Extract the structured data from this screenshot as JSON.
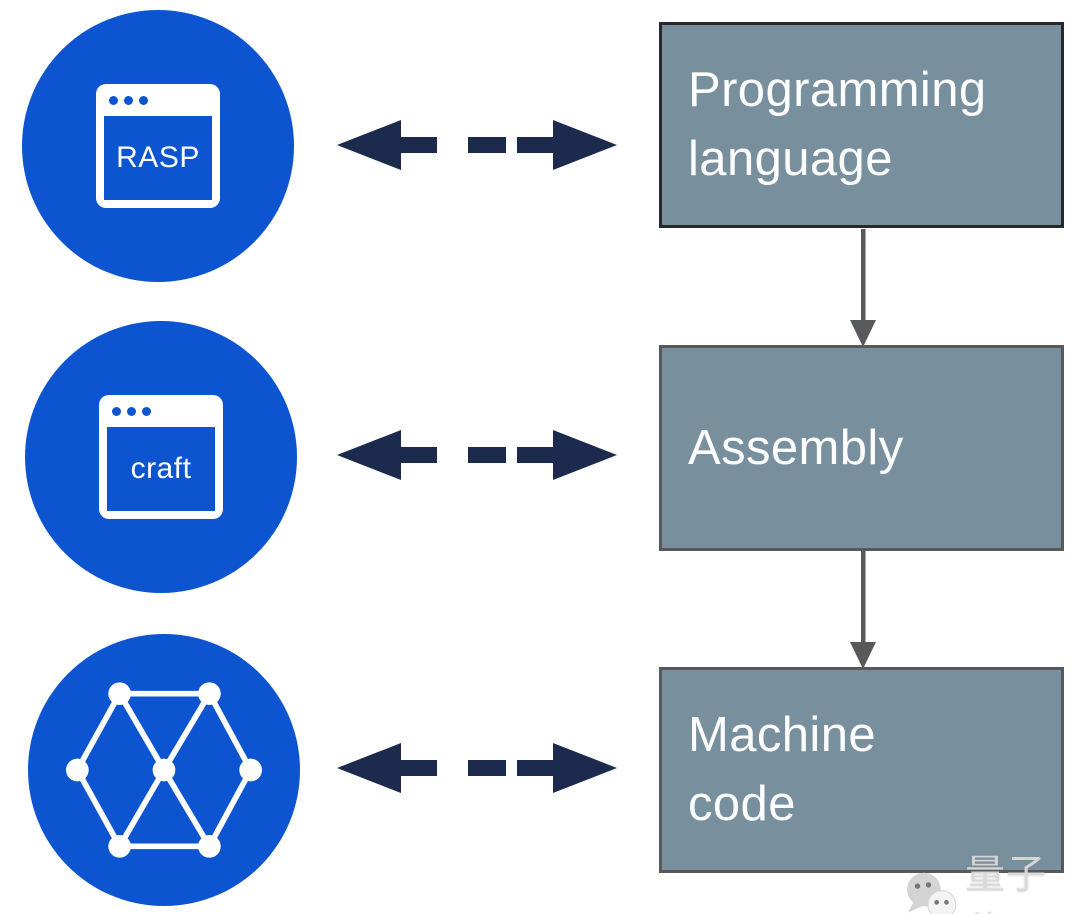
{
  "diagram": {
    "left_items": [
      {
        "name": "rasp",
        "icon": "browser-window-icon",
        "label": "RASP"
      },
      {
        "name": "craft",
        "icon": "browser-window-icon",
        "label": "craft"
      },
      {
        "name": "graph",
        "icon": "network-graph-icon",
        "label": ""
      }
    ],
    "right_boxes": [
      {
        "name": "programming-language",
        "label": "Programming\nlanguage"
      },
      {
        "name": "assembly",
        "label": "Assembly"
      },
      {
        "name": "machine-code",
        "label": "Machine\ncode"
      }
    ],
    "connections": [
      {
        "from": "rasp",
        "to": "programming-language",
        "style": "dashed-double-arrow"
      },
      {
        "from": "craft",
        "to": "assembly",
        "style": "dashed-double-arrow"
      },
      {
        "from": "graph",
        "to": "machine-code",
        "style": "dashed-double-arrow"
      },
      {
        "from": "programming-language",
        "to": "assembly",
        "style": "solid-down-arrow"
      },
      {
        "from": "assembly",
        "to": "machine-code",
        "style": "solid-down-arrow"
      }
    ],
    "colors": {
      "circle_blue": "#0d55d0",
      "box_fill": "#78909d",
      "box_border_dark": "#26282b",
      "box_border_gray": "#58595b",
      "dashed_arrow": "#1c2b4d",
      "flow_arrow": "#58595b"
    }
  },
  "watermark": {
    "text": "量子位",
    "icon": "wechat-icon"
  }
}
